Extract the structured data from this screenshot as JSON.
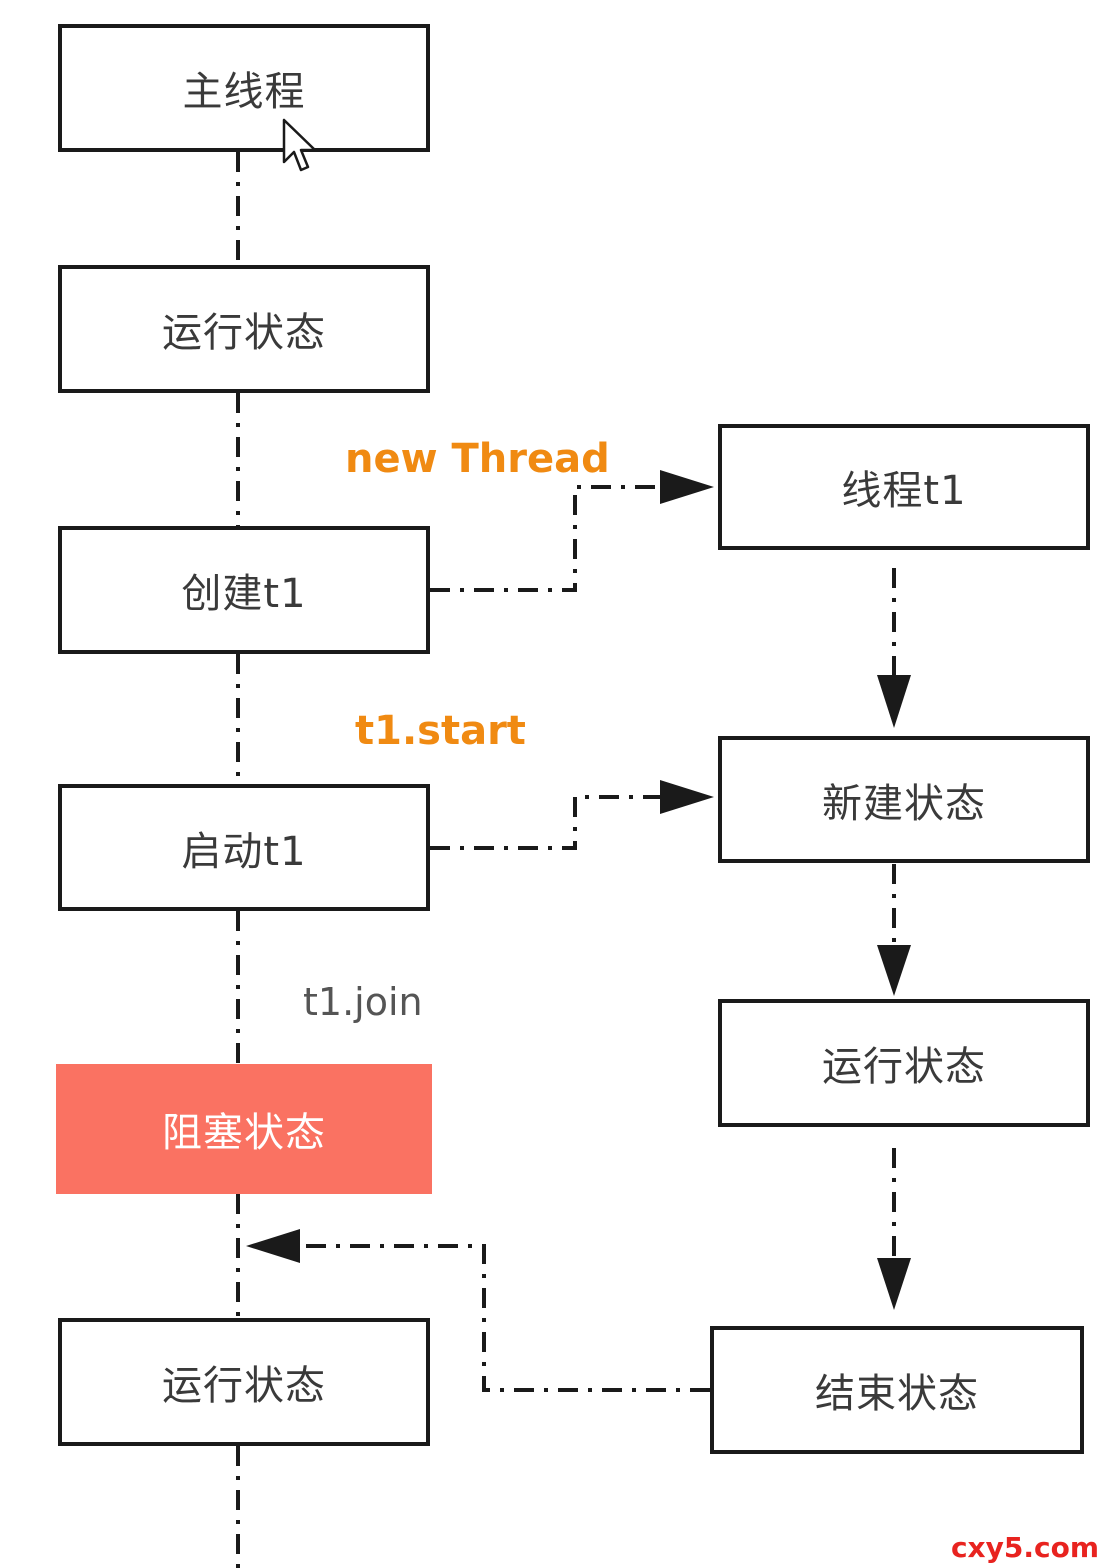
{
  "left_column": {
    "main_thread": "主线程",
    "running_state_1": "运行状态",
    "create_t1": "创建t1",
    "start_t1": "启动t1",
    "blocked_state": "阻塞状态",
    "running_state_2": "运行状态"
  },
  "right_column": {
    "thread_t1": "线程t1",
    "new_state": "新建状态",
    "running_state": "运行状态",
    "terminated_state": "结束状态"
  },
  "labels": {
    "new_thread": "new Thread",
    "t1_start": "t1.start",
    "t1_join": "t1.join"
  },
  "colors": {
    "orange_label": "#f08a12",
    "blocked_fill": "#fa7262",
    "line": "#1a1a1a"
  },
  "watermark": "cxy5.com"
}
